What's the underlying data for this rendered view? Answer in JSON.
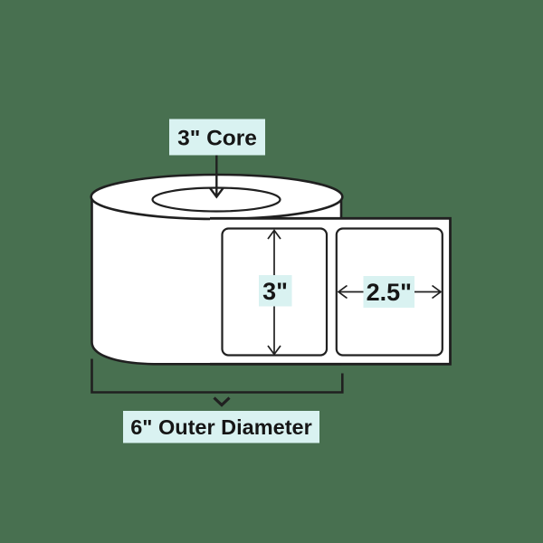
{
  "callouts": {
    "core": "3\" Core",
    "label_height": "3\"",
    "label_width": "2.5\"",
    "outer_diameter": "6\" Outer Diameter"
  },
  "colors": {
    "background": "#487050",
    "callout_background": "#d9f2f1",
    "outline": "#202020",
    "shape_fill": "#ffffff",
    "text": "#161616"
  }
}
